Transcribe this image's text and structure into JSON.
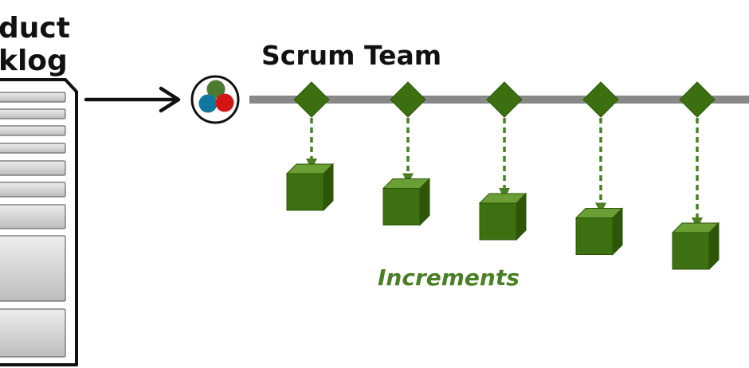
{
  "backlog": {
    "title_line1": "duct",
    "title_line2": "klog"
  },
  "team": {
    "label": "Scrum Team",
    "icon": "three-circles-team-icon",
    "colors": {
      "green": "#4c7a2f",
      "blue": "#0f77a0",
      "red": "#d41515"
    }
  },
  "increments": {
    "label": "Increments",
    "count": 5
  },
  "colors": {
    "timeline": "#888888",
    "diamond": "#3b6f0f",
    "cube_front": "#3d7010",
    "cube_top": "#6a9f35",
    "cube_side": "#2d5608",
    "increments_text": "#4a7f24",
    "outline": "#111111"
  }
}
